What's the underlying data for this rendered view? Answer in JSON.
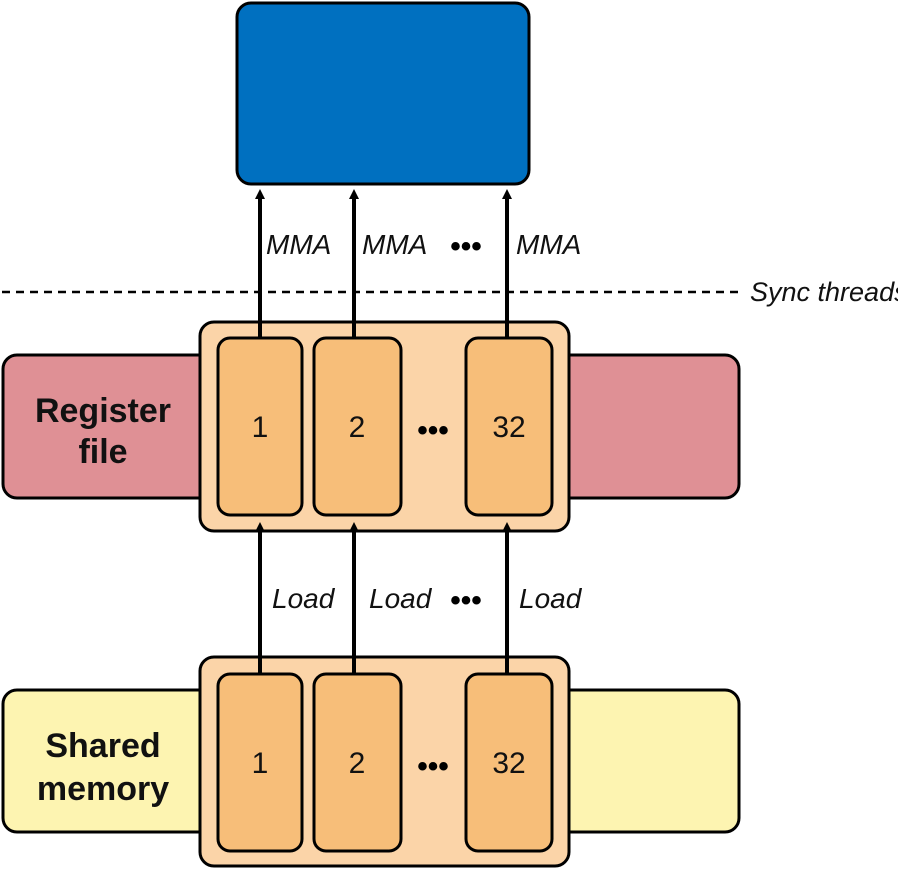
{
  "colors": {
    "output_block": "#0070c0",
    "register_band": "#df9095",
    "shared_band": "#fdf4b1",
    "warp_container": "#fbd4a8",
    "thread_cell": "#f7be79",
    "stroke": "#000000"
  },
  "output_block": {
    "label": ""
  },
  "sync_line": {
    "label": "Sync threads"
  },
  "mma_labels": [
    "MMA",
    "MMA",
    "MMA"
  ],
  "load_labels": [
    "Load",
    "Load",
    "Load"
  ],
  "register_file": {
    "label_line1": "Register",
    "label_line2": "file",
    "threads": [
      "1",
      "2",
      "32"
    ]
  },
  "shared_memory": {
    "label_line1": "Shared",
    "label_line2": "memory",
    "threads": [
      "1",
      "2",
      "32"
    ]
  },
  "ellipsis": "•••"
}
